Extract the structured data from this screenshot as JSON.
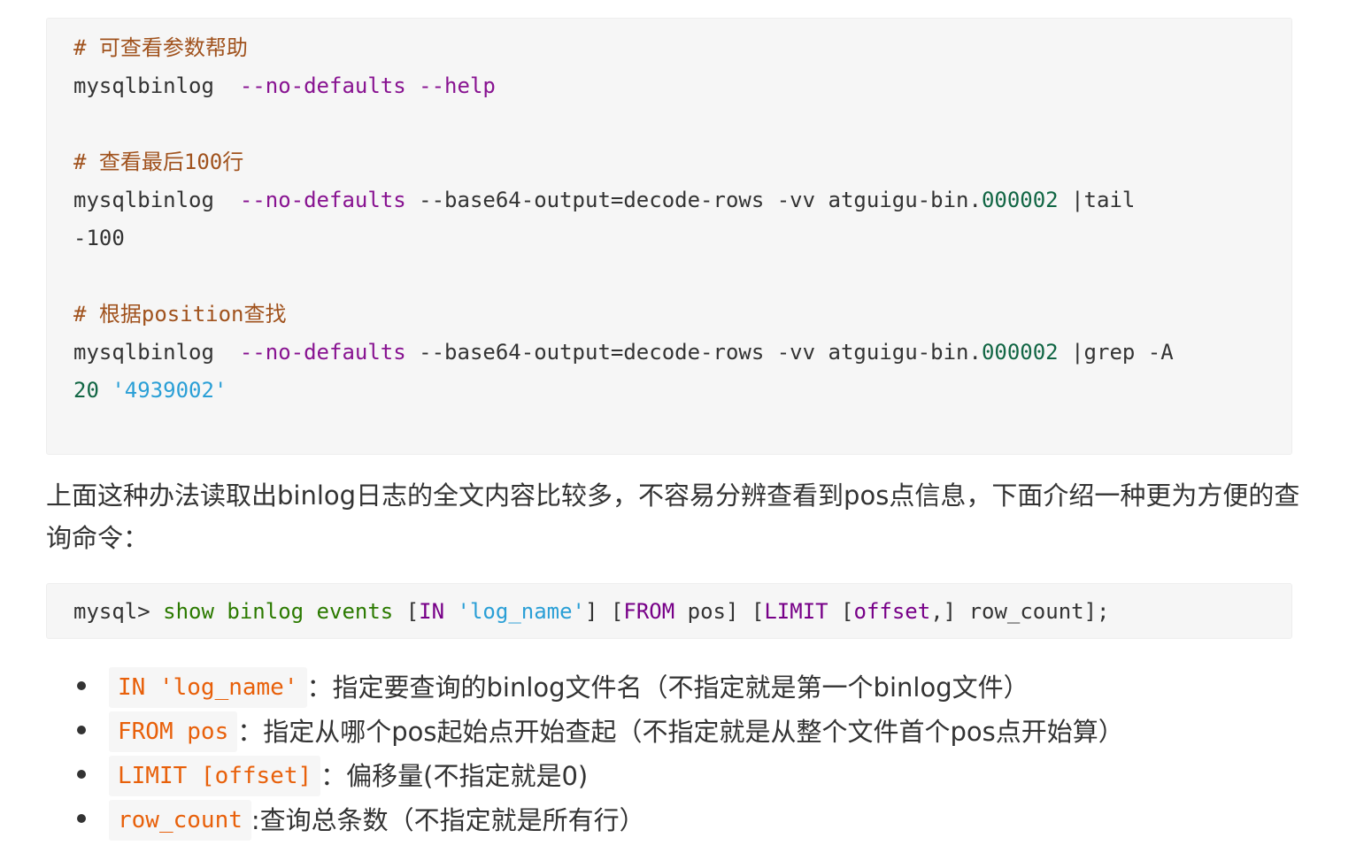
{
  "code1": {
    "c1_hash": "#",
    "c1_text": "可查看参数帮助",
    "l1_cmd": "mysqlbinlog",
    "l1_flag1": "--no-defaults",
    "l1_flag2": "--help",
    "c2_hash": "#",
    "c2_text_a": "查看最后",
    "c2_num": "100",
    "c2_text_b": "行",
    "l2_cmd": "mysqlbinlog",
    "l2_flag1": "--no-defaults",
    "l2_rest": "--base64-output=decode-rows -vv atguigu-bin",
    "l2_dot": ".",
    "l2_num": "000002",
    "l2_pipe": "|tail",
    "l2_wrap": "-100",
    "c3_hash": "#",
    "c3_text_a": "根据",
    "c3_word": "position",
    "c3_text_b": "查找",
    "l3_cmd": "mysqlbinlog",
    "l3_flag1": "--no-defaults",
    "l3_rest": "--base64-output=decode-rows -vv atguigu-bin",
    "l3_dot": ".",
    "l3_num": "000002",
    "l3_pipe": "|grep -A",
    "l3_wrap_num": "20",
    "l3_wrap_str": "'4939002'"
  },
  "paragraph": "上面这种办法读取出binlog日志的全文内容比较多，不容易分辨查看到pos点信息，下面介绍一种更为方便的查询命令：",
  "code2": {
    "prompt": "mysql>",
    "kw1": "show binlog events",
    "b1": "[",
    "kw_in": "IN",
    "str": "'log_name'",
    "b2": "]",
    "b3": "[",
    "kw_from": "FROM",
    "pos": "pos",
    "b4": "]",
    "b5": "[",
    "kw_limit": "LIMIT",
    "b6": "[",
    "kw_offset": "offset",
    "comma": ",]",
    "row_count": "row_count",
    "end": "];"
  },
  "bullets": [
    {
      "code": "IN 'log_name'",
      "text": "：指定要查询的binlog文件名（不指定就是第一个binlog文件）"
    },
    {
      "code": "FROM pos",
      "text": "：指定从哪个pos起始点开始查起（不指定就是从整个文件首个pos点开始算）"
    },
    {
      "code": "LIMIT [offset]",
      "text": "：偏移量(不指定就是0)"
    },
    {
      "code": "row_count",
      "text": ":查询总条数（不指定就是所有行）"
    }
  ]
}
